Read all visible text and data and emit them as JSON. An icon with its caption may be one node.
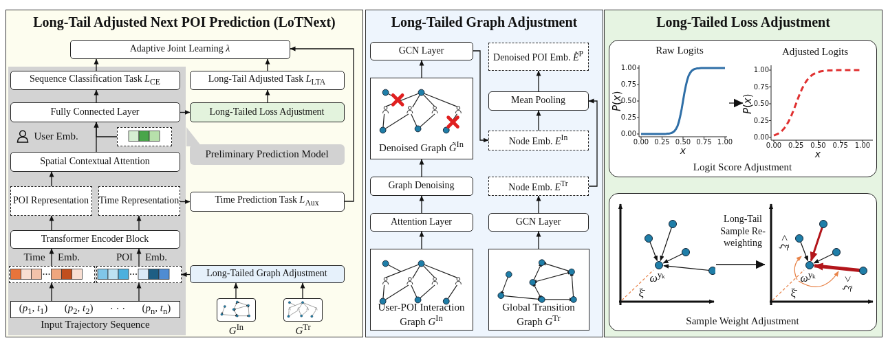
{
  "diagram": {
    "nodes": [
      {
        "text": [
          "Long-Tail Adjusted Next POI Prediction (LoTNext)"
        ]
      },
      {
        "text": [],
        "shape": "box",
        "in": 0
      },
      {
        "text": [
          "Preliminary Prediction Model"
        ],
        "in": 0
      },
      {
        "text": [
          "Adaptive Joint Learning *λ*"
        ],
        "in": 0
      },
      {
        "text": [
          "Sequence Classification Task *L*$_{CE}$"
        ],
        "in": 1
      },
      {
        "text": [
          "Long-Tail Adjusted Task *L*$_{LTA}$"
        ],
        "in": 0
      },
      {
        "text": [
          "Fully Connected Layer"
        ],
        "in": 1
      },
      {
        "text": [
          "Long-Tailed Loss Adjustment"
        ],
        "in": 0
      },
      {
        "text": [
          "User Emb."
        ],
        "in": 1
      },
      {
        "text": [],
        "shape": "box",
        "in": 1
      },
      {
        "text": [
          "Spatial Contextual Attention"
        ],
        "in": 1
      },
      {
        "text": [
          "POI Representation"
        ],
        "in": 1
      },
      {
        "text": [
          "Time Representation"
        ],
        "in": 1
      },
      {
        "text": [
          "Time Prediction Task *L*$_{Aux}$"
        ],
        "in": 0
      },
      {
        "text": [
          "Transformer Encoder Block"
        ],
        "in": 1
      },
      {
        "text": [],
        "shape": "box",
        "in": 1,
        "beside": [
          "Time",
          "Emb."
        ]
      },
      {
        "text": [],
        "shape": "box",
        "in": 1,
        "beside": [
          "POI",
          "Emb."
        ]
      },
      {
        "text": [
          "Long-Tailed Graph Adjustment"
        ],
        "in": 0
      },
      {
        "text": [
          "(*p*$_{1}$, *t*$_{1}$)",
          "(*p*$_{2}$, *t*$_{2}$)",
          "· · ·",
          "(*p*$_{n}$, *t*$_{n}$)"
        ],
        "in": 1,
        "beside": [
          "Input Trajectory Sequence"
        ]
      },
      {
        "text": [],
        "shape": "picture",
        "in": 0,
        "beside": [
          "*G*$^{In}$"
        ]
      },
      {
        "text": [],
        "shape": "picture",
        "in": 0,
        "beside": [
          "*G*$^{Tr}$"
        ]
      },
      {
        "text": [
          "Long-Tailed Graph Adjustment"
        ]
      },
      {
        "text": [
          "GCN Layer"
        ],
        "in": 21
      },
      {
        "text": [
          "Denoised POI Emb. *Ẽ*$^{P}$"
        ],
        "in": 21
      },
      {
        "text": [
          "Denoised Graph *G̃*$^{In}$"
        ],
        "in": 21
      },
      {
        "text": [
          "Mean Pooling"
        ],
        "in": 21
      },
      {
        "text": [
          "Node Emb. *E*$^{In}$"
        ],
        "in": 21
      },
      {
        "text": [
          "Graph Denoising"
        ],
        "in": 21
      },
      {
        "text": [
          "Node Emb. *E*$^{Tr}$"
        ],
        "in": 21
      },
      {
        "text": [
          "Attention Layer"
        ],
        "in": 21
      },
      {
        "text": [
          "GCN Layer"
        ],
        "in": 21
      },
      {
        "text": [
          "User-POI Interaction Graph *G*$^{In}$"
        ],
        "in": 21
      },
      {
        "text": [
          "Global Transition Graph *G*$^{Tr}$"
        ],
        "in": 21
      },
      {
        "text": [
          "Long-Tailed Loss Adjustment"
        ]
      },
      {
        "text": [
          "Logit Score Adjustment"
        ],
        "in": 33
      },
      {
        "text": [
          "Raw Logits"
        ],
        "in": 34
      },
      {
        "text": [
          "Adjusted Logits"
        ],
        "in": 34
      },
      {
        "text": [
          "Sample Weight Adjustment"
        ],
        "in": 33
      },
      {
        "text": [],
        "shape": "picture",
        "in": 37
      },
      {
        "text": [],
        "shape": "picture",
        "in": 37
      }
    ],
    "edges": [
      {
        "from": 4,
        "to": 3,
        "arrow": "to"
      },
      {
        "from": 5,
        "to": 3,
        "arrow": "to"
      },
      {
        "from": 6,
        "to": 4,
        "arrow": "to"
      },
      {
        "from": 7,
        "to": 5,
        "arrow": "to"
      },
      {
        "from": 6,
        "to": 7,
        "arrow": "to"
      },
      {
        "from": 9,
        "to": 6,
        "arrow": "to"
      },
      {
        "from": 10,
        "to": 6,
        "arrow": "to"
      },
      {
        "from": 11,
        "to": 10,
        "arrow": "to"
      },
      {
        "from": 14,
        "to": 11,
        "arrow": "to"
      },
      {
        "from": 14,
        "to": 12,
        "arrow": "to"
      },
      {
        "from": 12,
        "to": 13,
        "arrow": "to"
      },
      {
        "from": 13,
        "to": 3,
        "arrow": "to"
      },
      {
        "from": 15,
        "to": 14,
        "arrow": "to"
      },
      {
        "from": 16,
        "to": 14,
        "arrow": "to"
      },
      {
        "from": 18,
        "to": 15,
        "arrow": "to"
      },
      {
        "from": 18,
        "to": 16,
        "arrow": "to"
      },
      {
        "from": 17,
        "to": 16,
        "arrow": "to"
      },
      {
        "from": 19,
        "to": 17,
        "arrow": "to"
      },
      {
        "from": 20,
        "to": 17,
        "arrow": "to"
      },
      {
        "from": 24,
        "to": 22,
        "arrow": "to"
      },
      {
        "from": 22,
        "to": 26,
        "arrow": "to"
      },
      {
        "from": 26,
        "to": 25,
        "arrow": "to"
      },
      {
        "from": 28,
        "to": 25,
        "arrow": "to"
      },
      {
        "from": 25,
        "to": 23,
        "arrow": "to"
      },
      {
        "from": 27,
        "to": 24,
        "arrow": "to"
      },
      {
        "from": 29,
        "to": 27,
        "arrow": "to"
      },
      {
        "from": 31,
        "to": 29,
        "arrow": "to"
      },
      {
        "from": 30,
        "to": 28,
        "arrow": "to"
      },
      {
        "from": 32,
        "to": 30,
        "arrow": "to"
      },
      {
        "from": 35,
        "to": 36,
        "arrow": "to"
      },
      {
        "from": 38,
        "to": 39,
        "arrow": "to",
        "label": "Long-Tail Sample Re-weighting"
      }
    ],
    "labels": [
      "1.00",
      "0.75",
      "0.50",
      "0.25",
      "0.00",
      "*P*(*x*)",
      "0.00",
      "0.25",
      "0.50",
      "0.75",
      "1.00",
      "*x*",
      "1.00",
      "0.75",
      "0.50",
      "0.25",
      "0.00",
      "*P*(*x*)",
      "0.00",
      "0.25",
      "0.50",
      "0.75",
      "1.00",
      "*x*",
      "*ω*$^{yₖ}$",
      "ξ̄",
      "< ξ̄",
      "*ω*$^{yₖ}$",
      "> ξ̄",
      "ξ̄"
    ]
  }
}
